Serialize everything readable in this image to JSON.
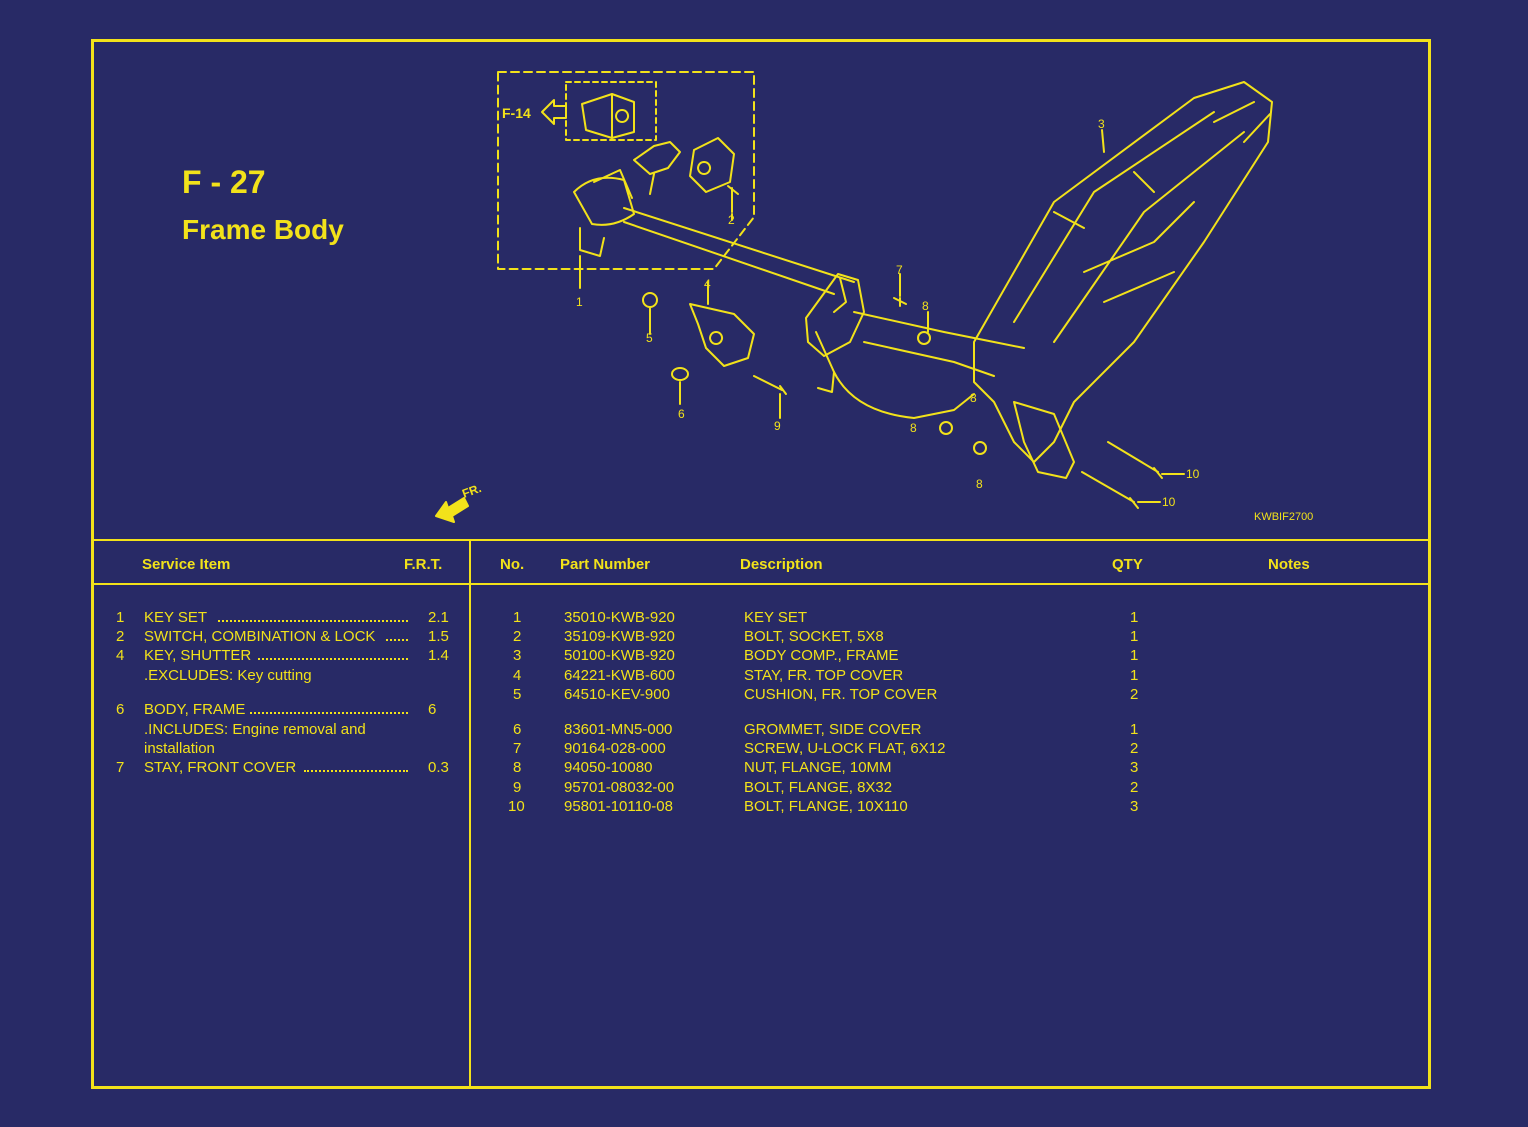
{
  "header": {
    "code": "F - 27",
    "title": "Frame Body"
  },
  "diagram": {
    "ref": "F-14",
    "direction": "FR.",
    "drawing_code": "KWBIF2700",
    "callouts": [
      "1",
      "2",
      "3",
      "4",
      "5",
      "6",
      "7",
      "8",
      "8",
      "8",
      "8",
      "9",
      "10",
      "10"
    ]
  },
  "service_table": {
    "headers": {
      "item": "Service Item",
      "frt": "F.R.T."
    },
    "rows": [
      {
        "no": "1",
        "item": "KEY SET",
        "frt": "2.1"
      },
      {
        "no": "2",
        "item": "SWITCH, COMBINATION & LOCK",
        "frt": "1.5"
      },
      {
        "no": "4",
        "item": "KEY, SHUTTER",
        "frt": "1.4"
      },
      {
        "no": "",
        "item": ".EXCLUDES: Key cutting",
        "frt": ""
      },
      {
        "no": "6",
        "item": "BODY, FRAME",
        "frt": "6"
      },
      {
        "no": "",
        "item": ".INCLUDES: Engine removal and",
        "frt": ""
      },
      {
        "no": "",
        "item": "installation",
        "frt": ""
      },
      {
        "no": "7",
        "item": "STAY, FRONT COVER",
        "frt": "0.3"
      }
    ]
  },
  "parts_table": {
    "headers": {
      "no": "No.",
      "part_number": "Part Number",
      "description": "Description",
      "qty": "QTY",
      "notes": "Notes"
    },
    "rows": [
      {
        "no": "1",
        "part_number": "35010-KWB-920",
        "description": "KEY SET",
        "qty": "1"
      },
      {
        "no": "2",
        "part_number": "35109-KWB-920",
        "description": "BOLT, SOCKET, 5X8",
        "qty": "1"
      },
      {
        "no": "3",
        "part_number": "50100-KWB-920",
        "description": "BODY COMP., FRAME",
        "qty": "1"
      },
      {
        "no": "4",
        "part_number": "64221-KWB-600",
        "description": "STAY, FR. TOP COVER",
        "qty": "1"
      },
      {
        "no": "5",
        "part_number": "64510-KEV-900",
        "description": "CUSHION, FR. TOP COVER",
        "qty": "2"
      },
      {
        "no": "6",
        "part_number": "83601-MN5-000",
        "description": "GROMMET, SIDE COVER",
        "qty": "1"
      },
      {
        "no": "7",
        "part_number": "90164-028-000",
        "description": "SCREW, U-LOCK FLAT, 6X12",
        "qty": "2"
      },
      {
        "no": "8",
        "part_number": "94050-10080",
        "description": "NUT, FLANGE, 10MM",
        "qty": "3"
      },
      {
        "no": "9",
        "part_number": "95701-08032-00",
        "description": "BOLT, FLANGE, 8X32",
        "qty": "2"
      },
      {
        "no": "10",
        "part_number": "95801-10110-08",
        "description": "BOLT, FLANGE, 10X110",
        "qty": "3"
      }
    ]
  },
  "colors": {
    "background": "#282a66",
    "ink": "#f2e21a"
  }
}
